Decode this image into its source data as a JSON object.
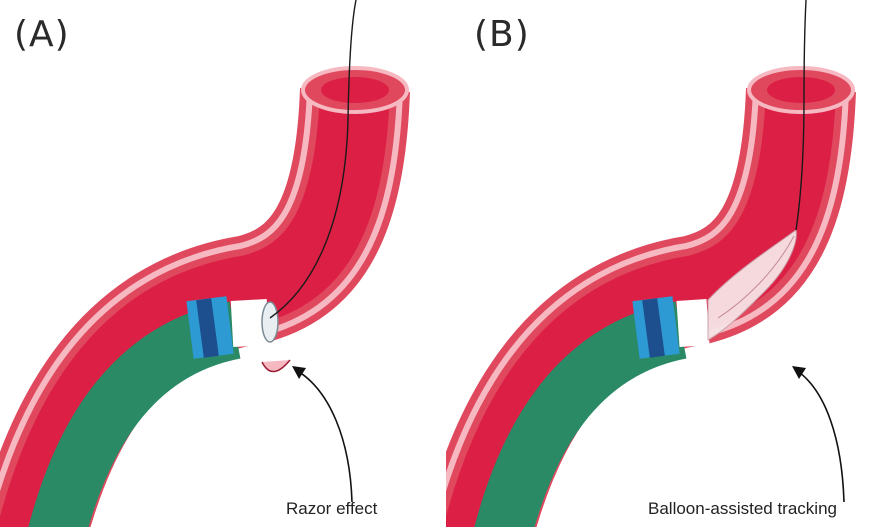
{
  "panels": [
    {
      "label": "(A)",
      "caption": "Razor effect"
    },
    {
      "label": "(B)",
      "caption": "Balloon-assisted tracking"
    }
  ],
  "colors": {
    "vessel_outer": "#e0485e",
    "vessel_light": "#f6b9c1",
    "lumen": "#dc1f45",
    "catheter": "#2a8a66",
    "catheter_edge": "#1f6e52",
    "band_light": "#2e9ad4",
    "band_dark": "#1d4f8f",
    "tip": "#ffffff",
    "wire": "#1a1a1a"
  }
}
